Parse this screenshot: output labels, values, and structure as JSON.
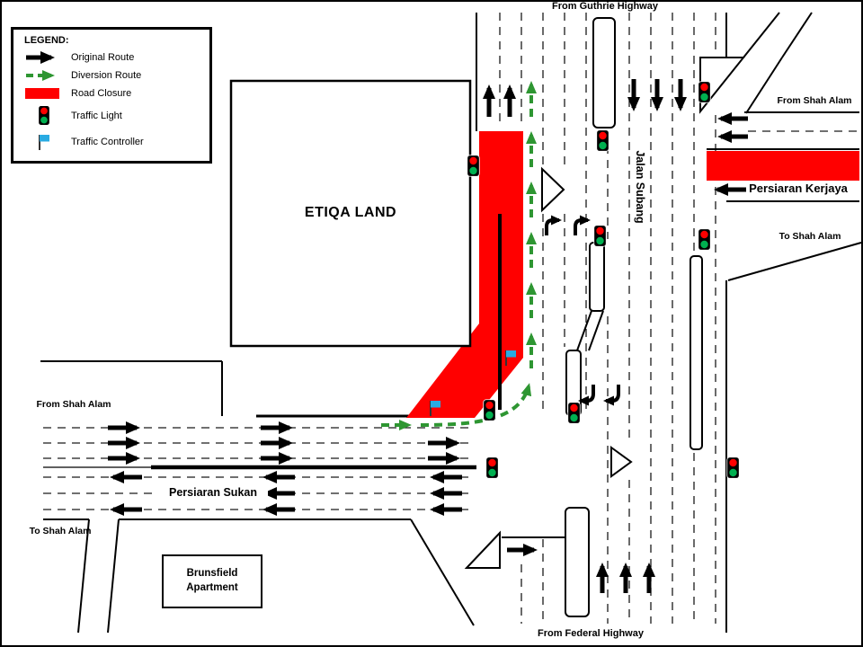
{
  "legend": {
    "title": "LEGEND:",
    "items": [
      {
        "id": "original-route",
        "label": "Original Route"
      },
      {
        "id": "diversion-route",
        "label": "Diversion Route"
      },
      {
        "id": "road-closure",
        "label": "Road Closure"
      },
      {
        "id": "traffic-light",
        "label": "Traffic Light"
      },
      {
        "id": "traffic-controller",
        "label": "Traffic Controller"
      }
    ]
  },
  "labels": {
    "from_guthrie_highway": "From Guthrie Highway",
    "from_shah_alam_top_right": "From Shah Alam",
    "persiaran_kerjaya": "Persiaran Kerjaya",
    "to_shah_alam_right": "To Shah Alam",
    "jalan_subang": "Jalan Subang",
    "etiqa_land": "ETIQA LAND",
    "from_shah_alam_left": "From Shah Alam",
    "persiaran_sukan": "Persiaran Sukan",
    "to_shah_alam_left": "To Shah Alam",
    "brunsfield_apartment": "Brunsfield Apartment",
    "from_federal_highway": "From Federal Highway"
  },
  "colors": {
    "road_closure": "#FF0000",
    "diversion_route": "#2E9632",
    "original_route": "#000000",
    "traffic_light_red": "#FF0000",
    "traffic_light_green": "#00B050",
    "traffic_controller_flag": "#29ABE2"
  }
}
